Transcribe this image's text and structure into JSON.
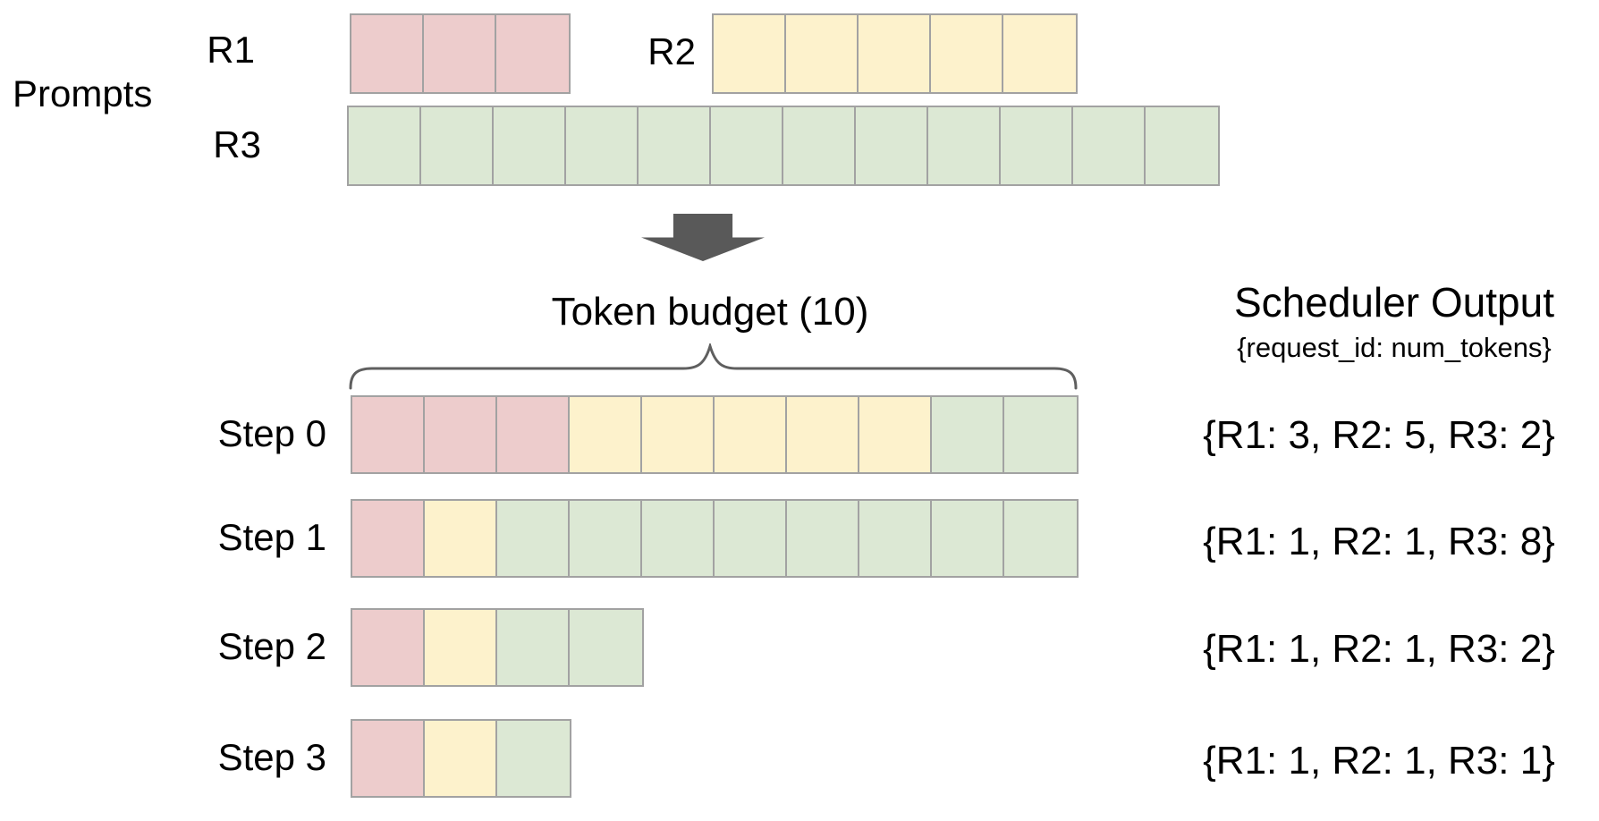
{
  "colors": {
    "R1": "#edcccc",
    "R2": "#fdf2cc",
    "R3": "#dce8d4",
    "border": "#a2a2a2",
    "arrow": "#595959",
    "brace": "#5f5f5f",
    "text": "#000000",
    "background": "#ffffff"
  },
  "prompts": {
    "group_label": "Prompts",
    "rows": [
      {
        "id": "R1",
        "label": "R1",
        "tokens": 3
      },
      {
        "id": "R2",
        "label": "R2",
        "tokens": 5
      },
      {
        "id": "R3",
        "label": "R3",
        "tokens": 12
      }
    ]
  },
  "token_budget": {
    "label": "Token budget (10)",
    "value": 10
  },
  "scheduler": {
    "title": "Scheduler Output",
    "subtitle": "{request_id: num_tokens}"
  },
  "steps": [
    {
      "label": "Step 0",
      "allocation": {
        "R1": 3,
        "R2": 5,
        "R3": 2
      },
      "output": "{R1: 3, R2: 5, R3: 2}"
    },
    {
      "label": "Step 1",
      "allocation": {
        "R1": 1,
        "R2": 1,
        "R3": 8
      },
      "output": "{R1: 1, R2: 1, R3: 8}"
    },
    {
      "label": "Step 2",
      "allocation": {
        "R1": 1,
        "R2": 1,
        "R3": 2
      },
      "output": "{R1: 1, R2: 1, R3: 2}"
    },
    {
      "label": "Step 3",
      "allocation": {
        "R1": 1,
        "R2": 1,
        "R3": 1
      },
      "output": "{R1: 1, R2: 1, R3: 1}"
    }
  ]
}
